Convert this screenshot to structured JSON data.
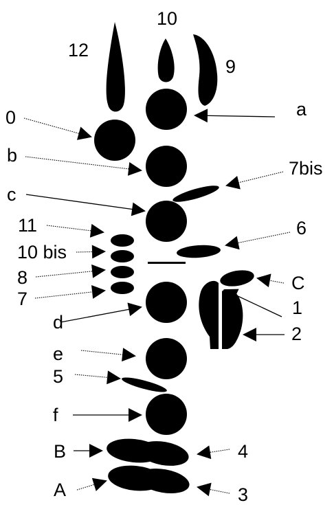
{
  "labels": {
    "l12": "12",
    "l10": "10",
    "l9": "9",
    "la": "a",
    "l0": "0",
    "lb": "b",
    "l7bis": "7bis",
    "lc": "c",
    "l6": "6",
    "l11": "11",
    "l10bis": "10 bis",
    "l8": "8",
    "l7": "7",
    "lC": "C",
    "l1": "1",
    "ld": "d",
    "l2": "2",
    "le": "e",
    "l5": "5",
    "lf": "f",
    "lB": "B",
    "l4": "4",
    "lA": "A",
    "l3": "3"
  },
  "colors": {
    "ink": "#000000",
    "background": "#ffffff"
  }
}
